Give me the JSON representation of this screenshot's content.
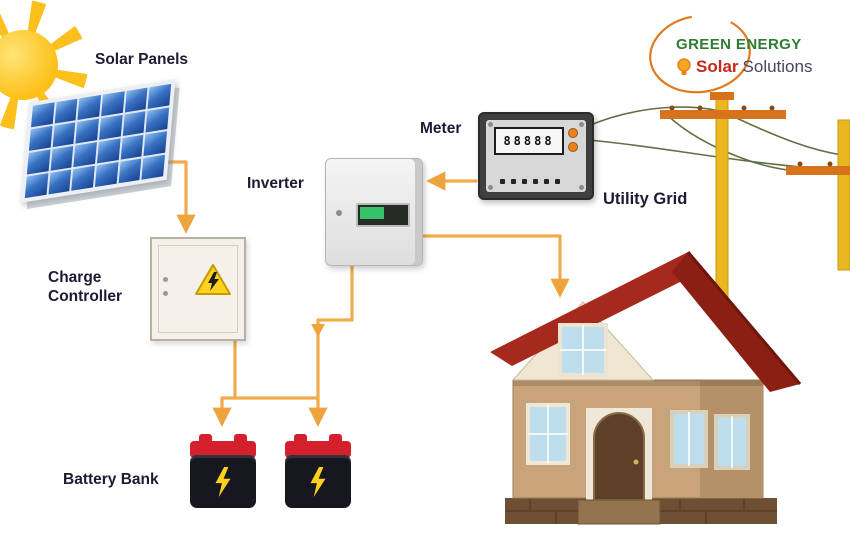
{
  "diagram": {
    "labels": {
      "solar_panels": "Solar Panels",
      "charge_controller": "Charge Controller",
      "inverter": "Inverter",
      "meter": "Meter",
      "utility_grid": "Utility Grid",
      "battery_bank": "Battery Bank"
    },
    "meter_display": "88888",
    "logo": {
      "line1": "GREEN ENERGY",
      "word_solar": "Solar",
      "word_solutions": "Solutions"
    },
    "colors": {
      "connector": "#F2AB4A",
      "label_text": "#1B1B33",
      "logo_green": "#2F7D32",
      "logo_red": "#C8291D",
      "logo_dark": "#46465E",
      "roof_red": "#8C1F14",
      "pole_yellow": "#E9B821",
      "pole_orange": "#D8731D",
      "battery_red": "#D4202C",
      "panel_blue": "#3A72C4"
    }
  }
}
